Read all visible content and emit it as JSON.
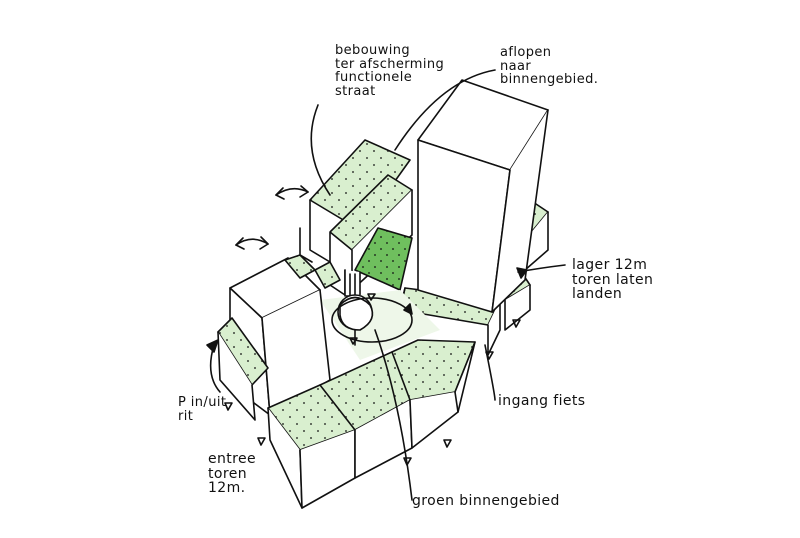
{
  "colors": {
    "ink": "#111111",
    "green_light": "#d9efcf",
    "green_dark": "#6fbf5e",
    "paper": "#ffffff"
  },
  "annotations": {
    "bebouwing": [
      "bebouwing",
      "ter afscherming",
      "functionele",
      "straat"
    ],
    "aflopen": [
      "aflopen",
      "naar",
      "binnengebied."
    ],
    "lager": [
      "lager 12m",
      "toren laten",
      "landen"
    ],
    "ingang_fiets": "ingang fiets",
    "groen_binnengebied": "groen binnengebied",
    "pin_uit_rit": [
      "P in/uit",
      "rit"
    ],
    "entree_toren": [
      "entree",
      "toren",
      "12m."
    ]
  }
}
